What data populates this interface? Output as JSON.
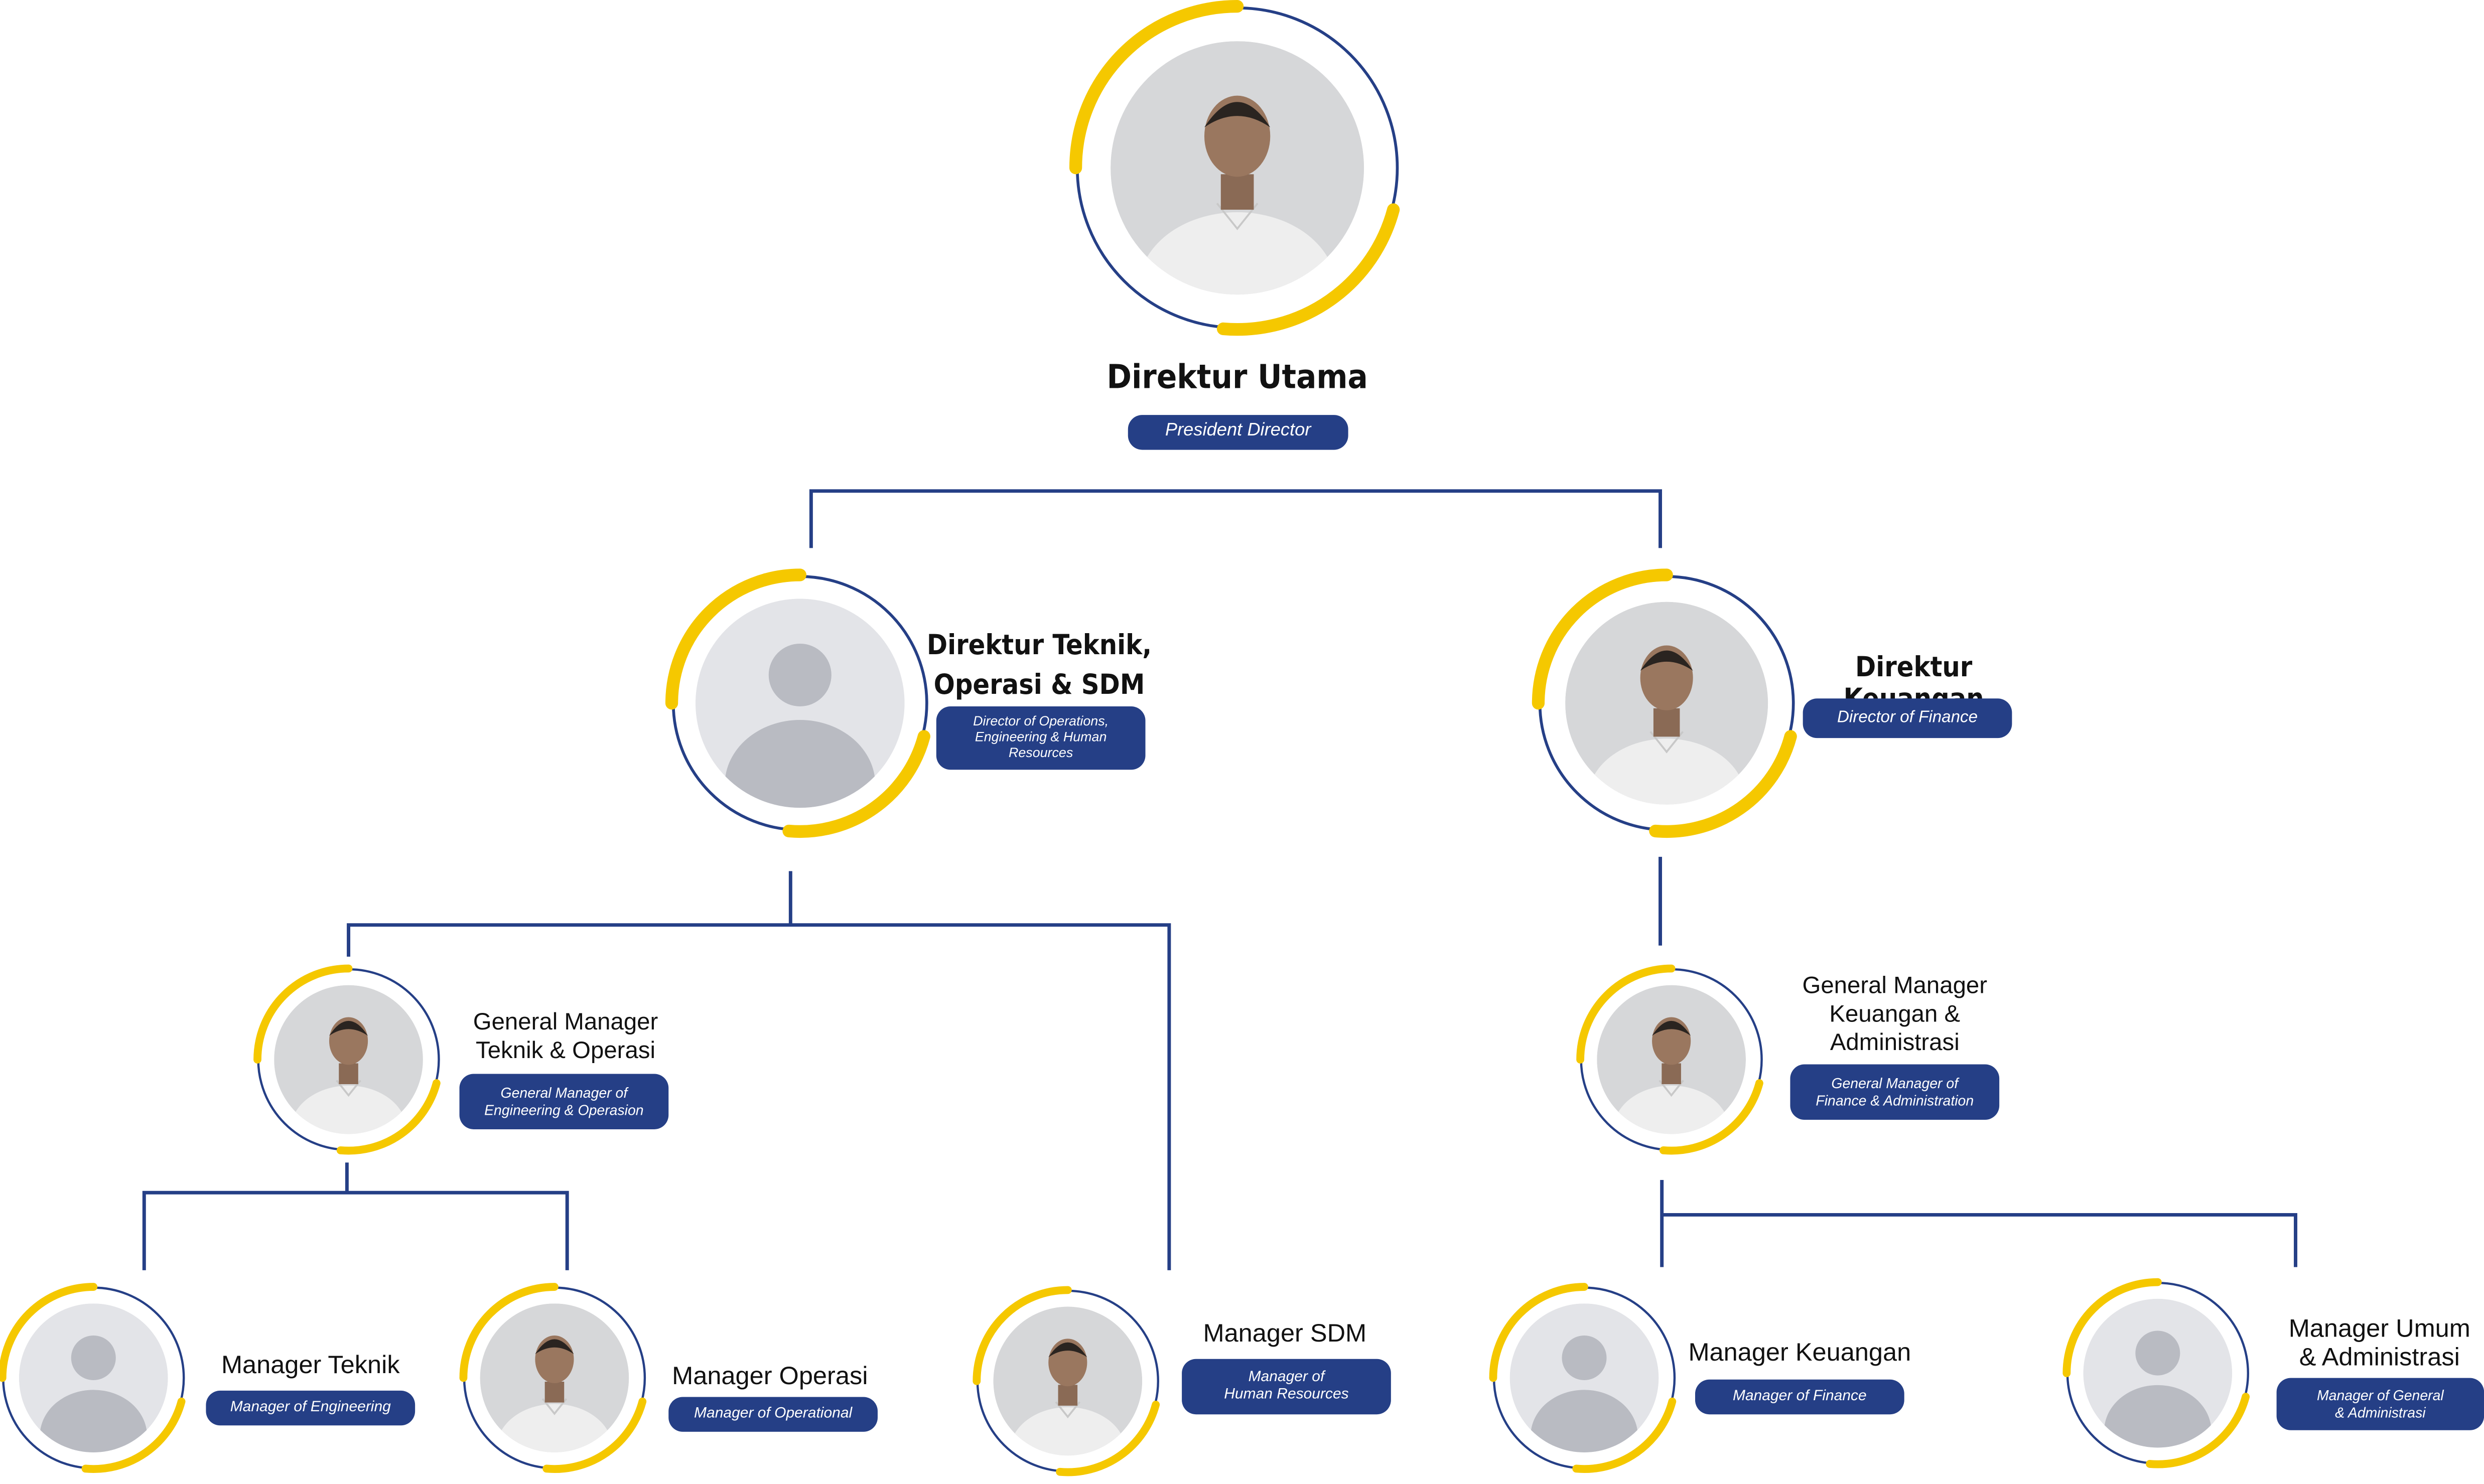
{
  "colors": {
    "navy": "#253f86",
    "yellow": "#f5c800",
    "avatar_bg": "#e3e4e8",
    "avatar_figure": "#b9bbc2",
    "photo_bg": "#d6d7d9",
    "shirt": "#eeeeee"
  },
  "nodes": [
    {
      "id": "president",
      "title": "Direktur Utama",
      "subtitle": "President Director",
      "photo": "photo-portrait"
    },
    {
      "id": "dir-ops",
      "title": "Direktur Teknik,\nOperasi & SDM",
      "subtitle": "Director of Operations,\nEngineering & Human\nResources",
      "photo": "placeholder-avatar-icon"
    },
    {
      "id": "dir-fin",
      "title": "Direktur Keuangan",
      "subtitle": "Director of Finance",
      "photo": "photo-portrait"
    },
    {
      "id": "gm-eng",
      "title": "General Manager\nTeknik & Operasi",
      "subtitle": "General Manager of\nEngineering & Operasion",
      "photo": "photo-portrait"
    },
    {
      "id": "gm-fin",
      "title": "General Manager\nKeuangan &\nAdministrasi",
      "subtitle": "General Manager of\nFinance & Administration",
      "photo": "photo-portrait"
    },
    {
      "id": "mgr-teknik",
      "title": "Manager Teknik",
      "subtitle": "Manager of Engineering",
      "photo": "placeholder-avatar-icon"
    },
    {
      "id": "mgr-operasi",
      "title": "Manager Operasi",
      "subtitle": "Manager of Operational",
      "photo": "photo-portrait"
    },
    {
      "id": "mgr-sdm",
      "title": "Manager SDM",
      "subtitle": "Manager of\nHuman Resources",
      "photo": "photo-portrait"
    },
    {
      "id": "mgr-keuangan",
      "title": "Manager Keuangan",
      "subtitle": "Manager of Finance",
      "photo": "placeholder-avatar-icon"
    },
    {
      "id": "mgr-umum",
      "title": "Manager Umum\n& Administrasi",
      "subtitle": "Manager of General\n& Administrasi",
      "photo": "placeholder-avatar-icon"
    }
  ]
}
